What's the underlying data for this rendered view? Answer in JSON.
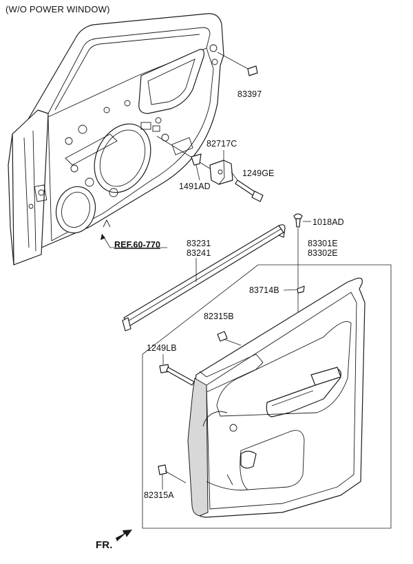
{
  "header": {
    "title": "(W/O POWER WINDOW)"
  },
  "labels": {
    "p83397": "83397",
    "p82717C": "82717C",
    "p1491AD": "1491AD",
    "p1249GE": "1249GE",
    "p1018AD": "1018AD",
    "p83231": "83231",
    "p83241": "83241",
    "p83301E": "83301E",
    "p83302E": "83302E",
    "p83714B": "83714B",
    "p82315B": "82315B",
    "p1249LB": "1249LB",
    "p82315A": "82315A",
    "ref": "REF.60-770",
    "fr": "FR."
  }
}
